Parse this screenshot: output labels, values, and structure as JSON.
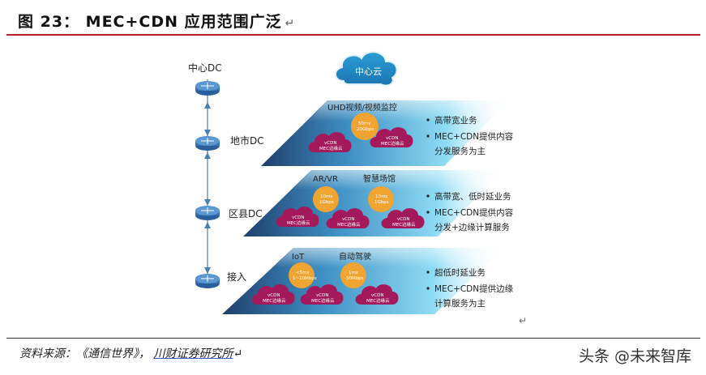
{
  "title": "图 23： MEC+CDN 应用范围广泛",
  "return_mark": "↵",
  "source": {
    "prefix": "资料来源：《通信世界》， ",
    "underlined": "川财证券研究所",
    "suffix": "↵"
  },
  "watermark": "头条 @未来智库",
  "center_cloud": "中心云",
  "left_nodes": {
    "center_dc": "中心DC",
    "city_dc": "地市DC",
    "county_dc": "区县DC",
    "access": "接入"
  },
  "layers": [
    {
      "name": "city",
      "header": "UHD视频/视频监控",
      "nodes": [
        {
          "line1": "50ms",
          "line2": "20Gbps"
        }
      ],
      "clouds": [
        {
          "line1": "vCDN",
          "line2": "MEC边缘云"
        },
        {
          "line1": "vCDN",
          "line2": "MEC边缘云"
        }
      ],
      "bullets": [
        "高带宽业务",
        "MEC+CDN提供内容",
        "分发服务为主"
      ],
      "bullet_marks": [
        true,
        true,
        false
      ]
    },
    {
      "name": "county",
      "header_left": "AR/VR",
      "header_right": "智慧场馆",
      "nodes": [
        {
          "line1": "10ms",
          "line2": "1Gbps"
        },
        {
          "line1": "10ms",
          "line2": "1Gbps"
        }
      ],
      "clouds": [
        {
          "line1": "vCDN",
          "line2": "MEC边缘云"
        },
        {
          "line1": "vCDN",
          "line2": "MEC边缘云"
        },
        {
          "line1": "vCDN",
          "line2": "MEC边缘云"
        }
      ],
      "bullets": [
        "高带宽、低时延业务",
        "MEC+CDN提供内容",
        "分发+边缘计算服务"
      ],
      "bullet_marks": [
        true,
        true,
        false
      ]
    },
    {
      "name": "access",
      "header_left": "IoT",
      "header_right": "自动驾驶",
      "nodes": [
        {
          "line1": "<5ms",
          "line2": "1~10Mbps"
        },
        {
          "line1": "1ms",
          "line2": "50Mbps"
        }
      ],
      "clouds": [
        {
          "line1": "vCDN",
          "line2": "MEC边缘云"
        },
        {
          "line1": "vCDN",
          "line2": "MEC边缘云"
        },
        {
          "line1": "vCDN",
          "line2": "MEC边缘云"
        }
      ],
      "bullets": [
        "超低时延业务",
        "MEC+CDN提供边缘",
        "计算服务为主"
      ],
      "bullet_marks": [
        true,
        true,
        false
      ]
    }
  ],
  "colors": {
    "accent_red": "#b11f24",
    "cloud_magenta": "#a3195b",
    "node_orange": "#f0a431",
    "router_blue": "#2b5f9b",
    "layer_cyan": "#6fd0f0"
  }
}
